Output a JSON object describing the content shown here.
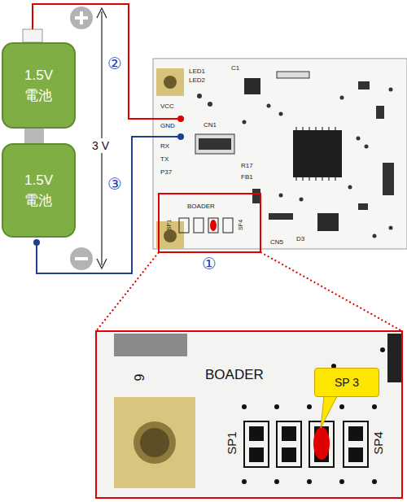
{
  "diagram": {
    "nodes": [
      {
        "text": [
          "1.5V 電池"
        ]
      },
      {
        "text": [
          "1.5V 電池"
        ]
      },
      {
        "text": [
          "SP 3"
        ]
      }
    ],
    "edges": [
      {
        "from": 0,
        "to": 1,
        "arrow": "none"
      }
    ],
    "labels": [
      "②",
      "③",
      "3 V",
      "①",
      "LED1",
      "LED2",
      "VCC",
      "GND",
      "RX",
      "TX",
      "P37",
      "BOADER",
      "SP1",
      "SP4",
      "CN5",
      "CN1",
      "C1",
      "R17",
      "FB1",
      "D3",
      "9",
      "BOADER",
      "SP1",
      "SP4"
    ]
  }
}
